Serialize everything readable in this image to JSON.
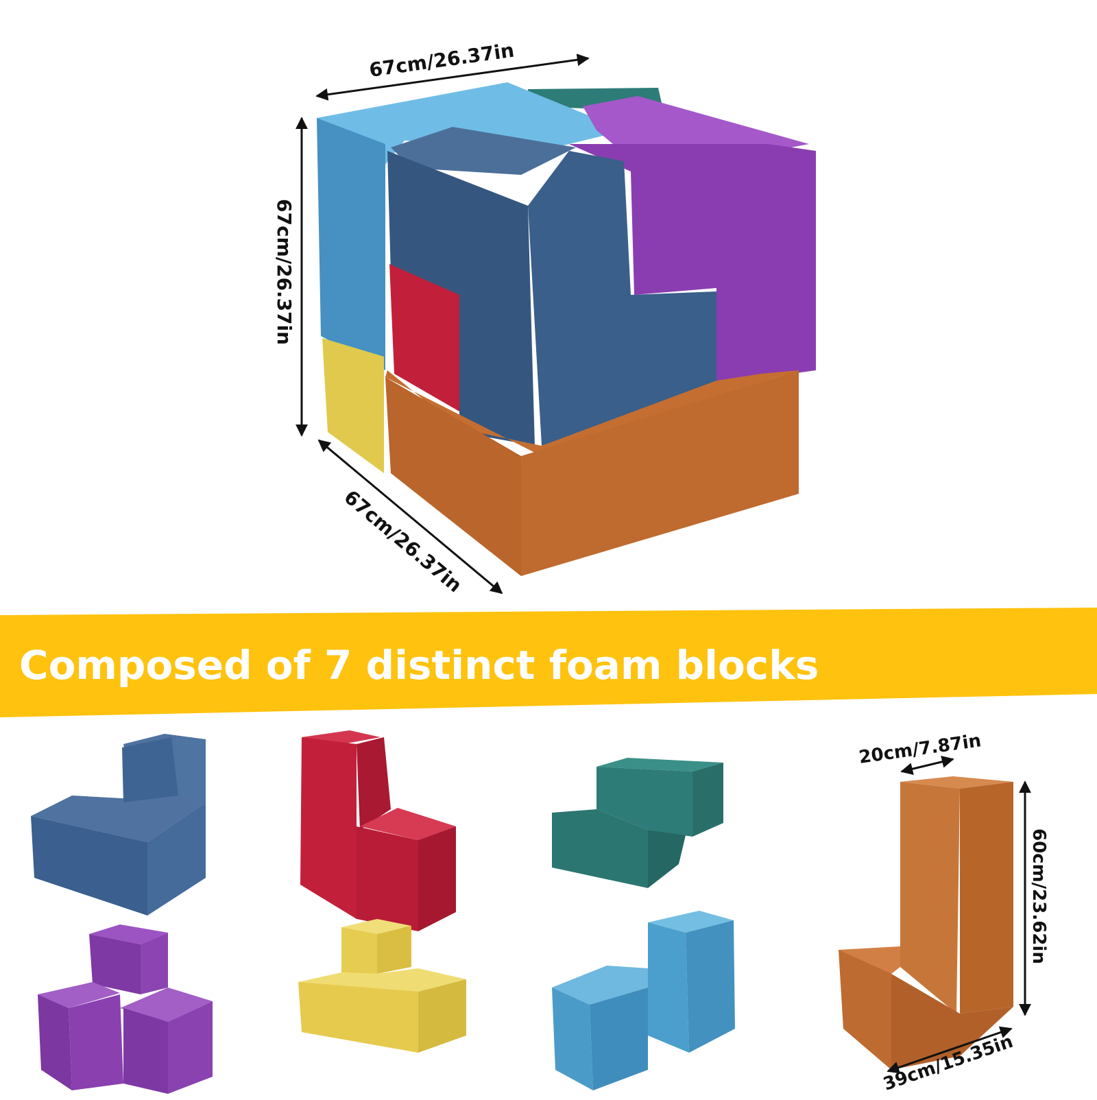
{
  "banner": {
    "text": "Composed of 7 distinct foam blocks",
    "color": "#FFC20E",
    "text_color": "#FFFFFF"
  },
  "cube": {
    "width_label": "67cm/26.37in",
    "height_label": "67cm/26.37in",
    "depth_label": "67cm/26.37in"
  },
  "orange_piece": {
    "top_label": "20cm/7.87in",
    "height_label": "60cm/23.62in",
    "base_label": "39cm/15.35in"
  },
  "colors": {
    "navy": "#35577F",
    "light_blue": "#4B9FCC",
    "purple": "#8A3DB0",
    "red": "#C2203A",
    "teal": "#2E7C78",
    "yellow": "#E6C94A",
    "orange": "#BF6A2E"
  },
  "pieces": [
    {
      "name": "navy-block",
      "color": "navy"
    },
    {
      "name": "red-block",
      "color": "red"
    },
    {
      "name": "teal-block",
      "color": "teal"
    },
    {
      "name": "orange-block",
      "color": "orange"
    },
    {
      "name": "purple-block",
      "color": "purple"
    },
    {
      "name": "yellow-block",
      "color": "yellow"
    },
    {
      "name": "light-blue-block",
      "color": "light_blue"
    }
  ]
}
